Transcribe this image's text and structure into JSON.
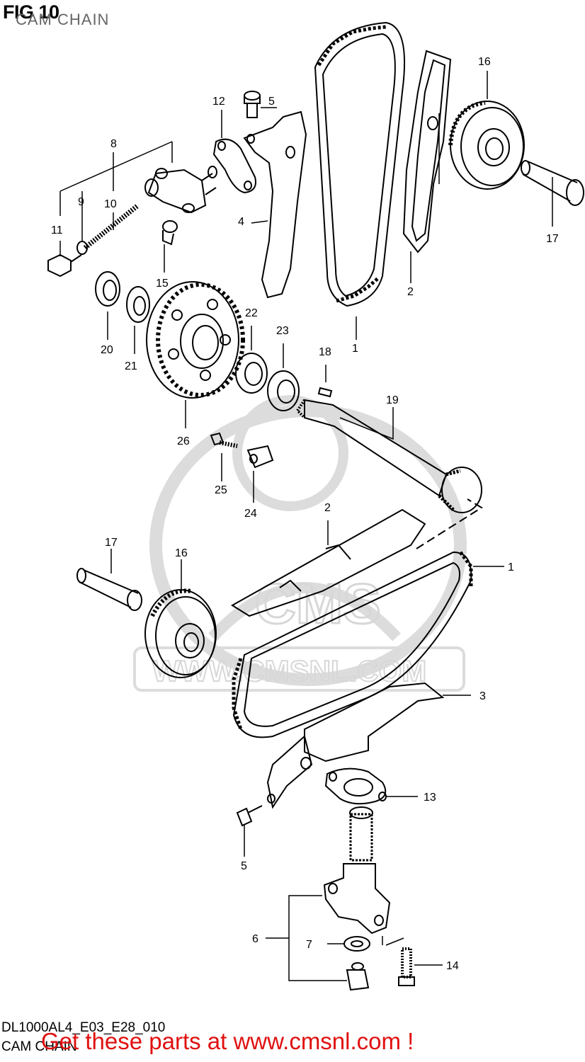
{
  "header": {
    "title": "FIG 10",
    "subtitle": "CAM CHAIN"
  },
  "watermark": {
    "brand": "CMS",
    "url": "WWW.CMSNL.COM"
  },
  "footer": {
    "diagram_code": "DL1000AL4_E03_E28_010",
    "subtitle": "CAM CHAIN",
    "call_to_action": "Get these parts at www.cmsnl.com !"
  },
  "callouts": [
    "1",
    "1",
    "2",
    "2",
    "3",
    "4",
    "5",
    "5",
    "6",
    "7",
    "8",
    "9",
    "10",
    "11",
    "12",
    "13",
    "14",
    "15",
    "16",
    "16",
    "17",
    "17",
    "18",
    "19",
    "20",
    "21",
    "22",
    "23",
    "24",
    "25",
    "26"
  ],
  "colors": {
    "line": "#000000",
    "watermark": "#d7d7d7",
    "cta": "#e01010"
  }
}
